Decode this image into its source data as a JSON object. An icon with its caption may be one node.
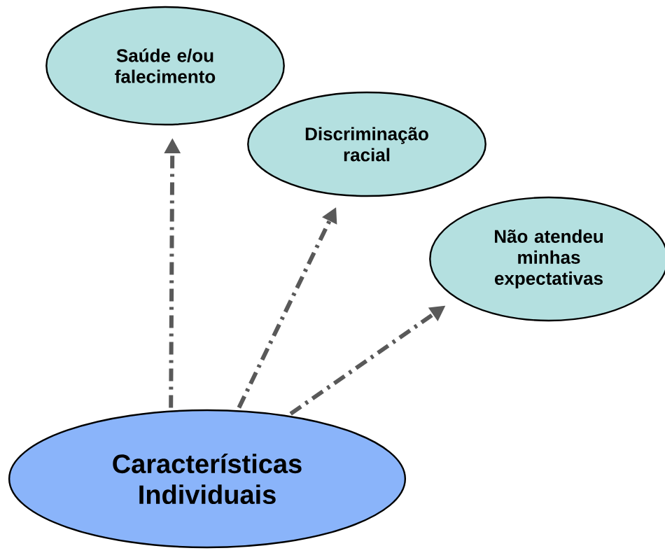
{
  "diagram": {
    "nodes": [
      {
        "text": [
          "Características Individuais"
        ]
      },
      {
        "text": [
          "Saúde e/ou falecimento"
        ]
      },
      {
        "text": [
          "Discriminação racial"
        ]
      },
      {
        "text": [
          "Não atendeu minhas expectativas"
        ]
      }
    ],
    "edges": [
      {
        "from": 0,
        "to": 1,
        "arrow": "to",
        "style": "dashed",
        "color": "#595959"
      },
      {
        "from": 0,
        "to": 2,
        "arrow": "to",
        "style": "dashed",
        "color": "#595959"
      },
      {
        "from": 0,
        "to": 3,
        "arrow": "to",
        "style": "dashed",
        "color": "#595959"
      }
    ]
  }
}
